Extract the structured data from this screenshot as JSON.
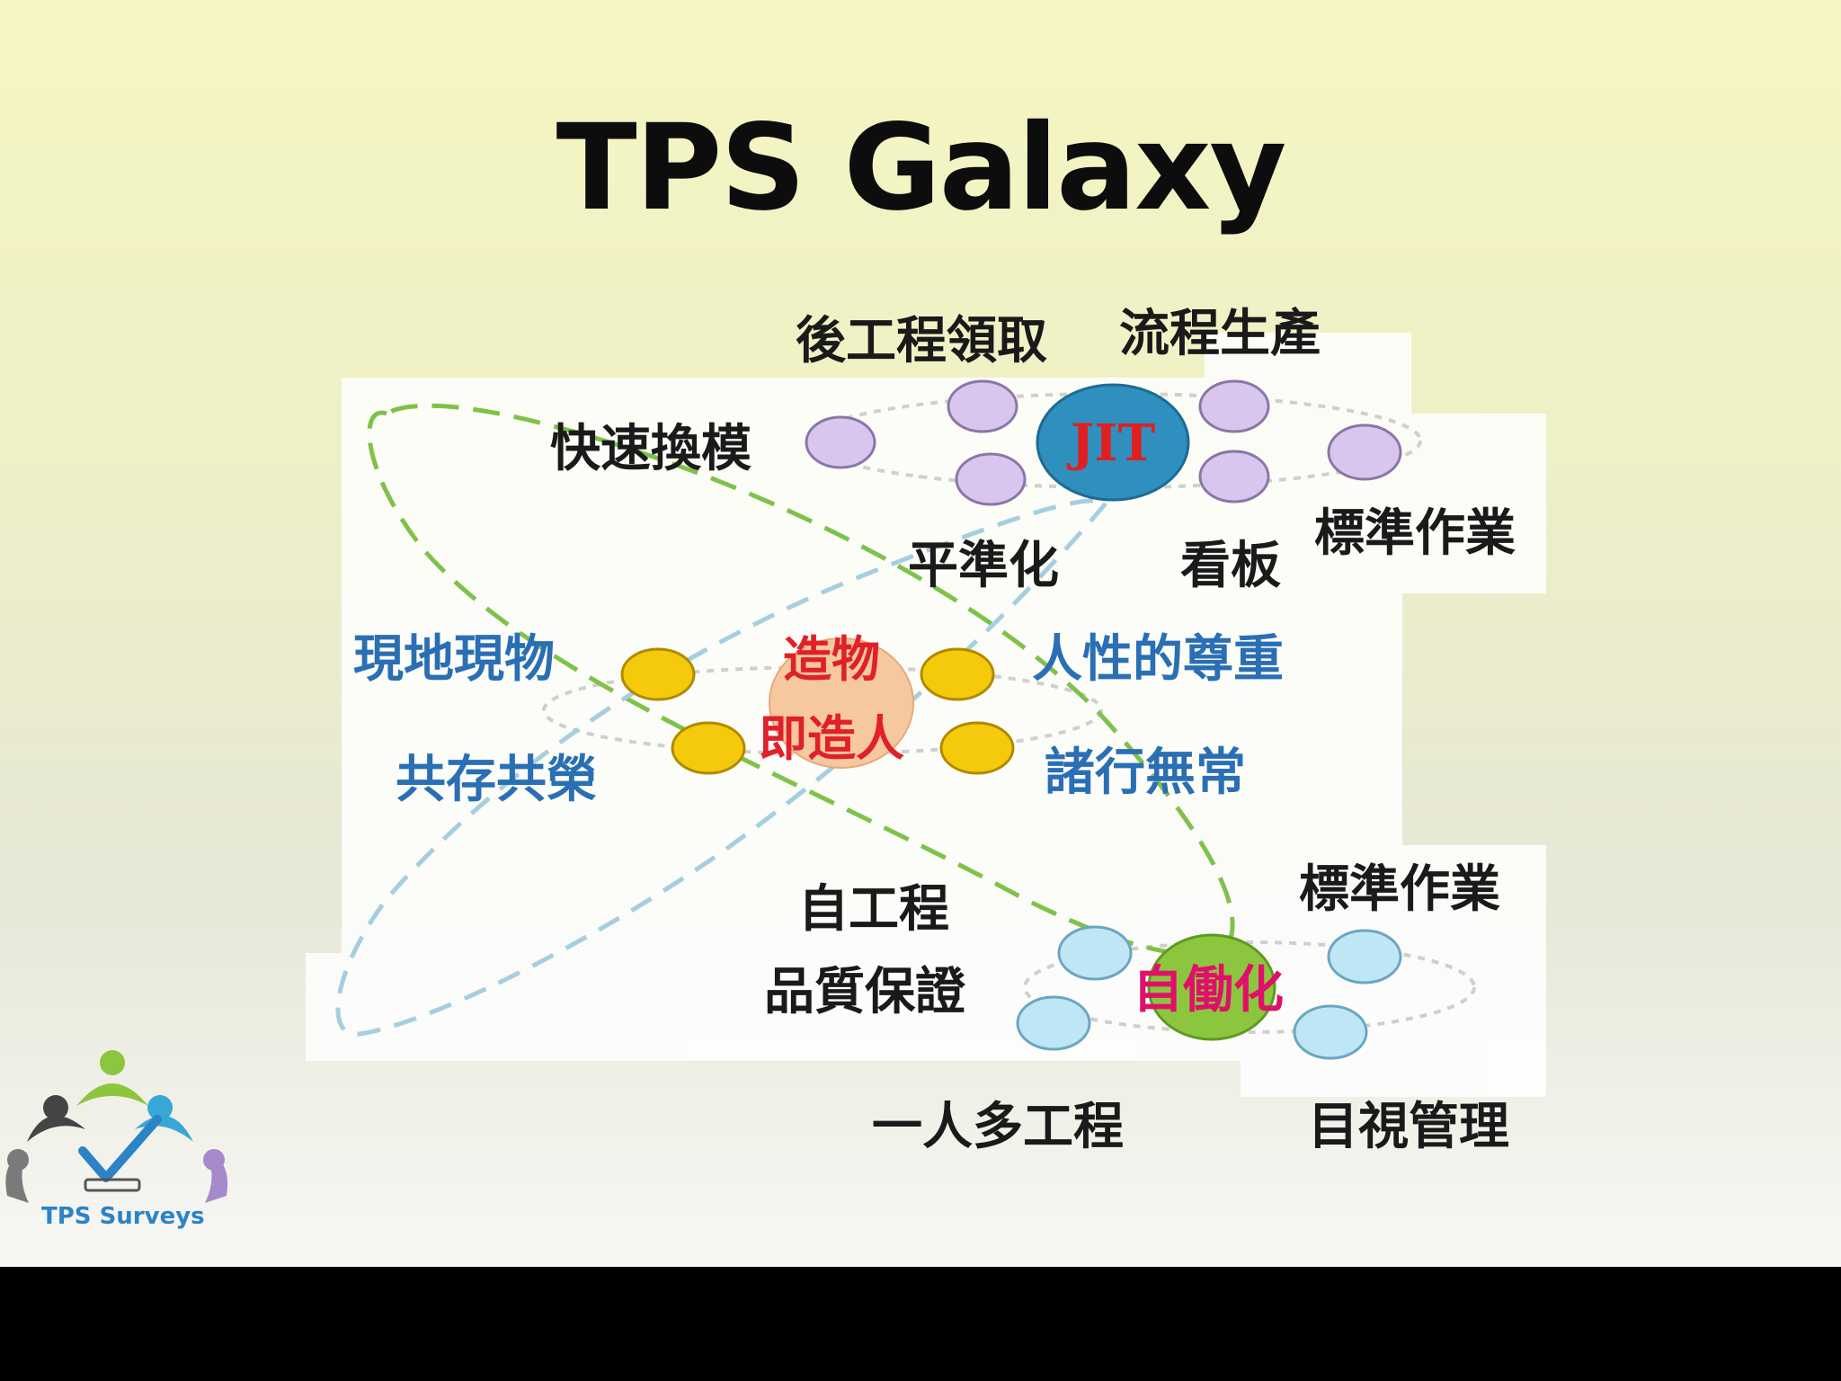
{
  "title": "TPS Galaxy",
  "jit": {
    "center": "JIT",
    "labels": [
      "後工程領取",
      "流程生產",
      "快速換模",
      "標準作業",
      "平準化",
      "看板"
    ]
  },
  "philosophy": {
    "center": [
      "造物",
      "即造人"
    ],
    "labels": [
      "現地現物",
      "人性的尊重",
      "共存共榮",
      "諸行無常"
    ]
  },
  "jidoka": {
    "center": "自働化",
    "labels": [
      "自工程",
      "品質保證",
      "標準作業",
      "一人多工程",
      "目視管理"
    ]
  },
  "logo": {
    "text": "TPS Surveys"
  },
  "colors": {
    "jit_center": "#2f8fbf",
    "jit_node": "#d9c6ee",
    "philosophy_center": "#f6c8a0",
    "philosophy_node": "#f5c90c",
    "jidoka_center": "#8cc63f",
    "jidoka_node": "#bfe6f4",
    "green_dash": "#7ec24a",
    "blue_dash": "#a5cfe0",
    "black_text": "#1a1a1a",
    "blue_text": "#2a6fb4",
    "red_text": "#e0202a",
    "magenta_text": "#e0106a"
  }
}
